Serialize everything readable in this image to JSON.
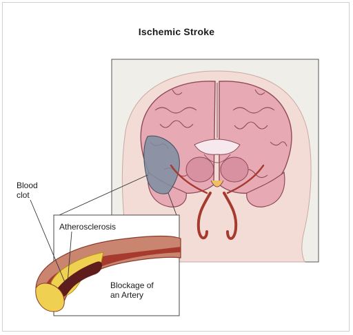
{
  "title": "Ischemic Stroke",
  "labels": {
    "blood_clot": "Blood\nclot",
    "atherosclerosis": "Atherosclerosis",
    "blockage": "Blockage of\nan Artery"
  },
  "colors": {
    "frame_border": "#cfcfcf",
    "panel_bg": "#efeee8",
    "head_fill": "#f3dcd6",
    "brain_fill": "#e7a9b3",
    "brain_stroke": "#8d4a58",
    "ischemic_region": "#7c8ea2",
    "artery_red": "#a63a2e",
    "artery_outer": "#c9856f",
    "plaque_yellow": "#f0d050",
    "clot_dark": "#5e1c1c",
    "leader_line": "#333333"
  },
  "icons": {
    "brain": "brain-cross-section-illustration",
    "artery": "artery-cross-section-illustration"
  }
}
